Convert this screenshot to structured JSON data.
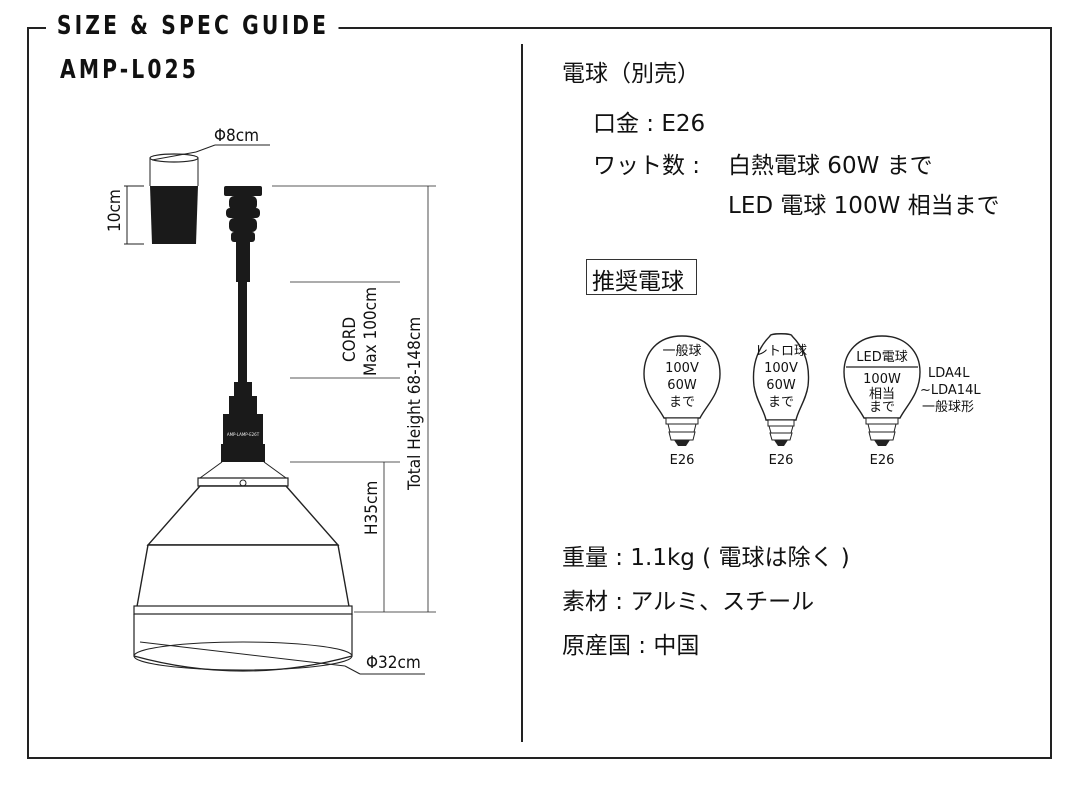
{
  "header": {
    "title": "SIZE & SPEC GUIDE",
    "model": "AMP-L025"
  },
  "dimensions": {
    "top_diameter": "Φ8cm",
    "top_height": "10cm",
    "cord_label": "CORD",
    "cord_max": "Max 100cm",
    "total_height": "Total Height 68-148cm",
    "shade_height": "H35cm",
    "shade_diameter": "Φ32cm",
    "socket_label": "AMP-LAMP-E26T"
  },
  "spec": {
    "bulb_title": "電球（別売）",
    "base_label": "口金 : E26",
    "watt_label": "ワット数 :",
    "watt_value_1": "白熱電球 60W まで",
    "watt_value_2": "LED 電球 100W 相当まで",
    "recommended_title": "推奨電球",
    "weight": "重量 : 1.1kg ( 電球は除く )",
    "material": "素材 : アルミ、スチール",
    "origin": "原産国 : 中国"
  },
  "bulbs": [
    {
      "name": "一般球",
      "l1": "100V",
      "l2": "60W",
      "l3": "まで",
      "base": "E26"
    },
    {
      "name": "レトロ球",
      "l1": "100V",
      "l2": "60W",
      "l3": "まで",
      "base": "E26"
    },
    {
      "name": "LED電球",
      "l1": "100W",
      "l2": "相当",
      "l3": "まで",
      "base": "E26"
    }
  ],
  "lda_note": {
    "line1": "LDA4L",
    "line2": "~LDA14L",
    "line3": "一般球形"
  },
  "colors": {
    "line": "#222222",
    "lamp_dark": "#1a1a1a",
    "shade_fill": "#ffffff"
  }
}
